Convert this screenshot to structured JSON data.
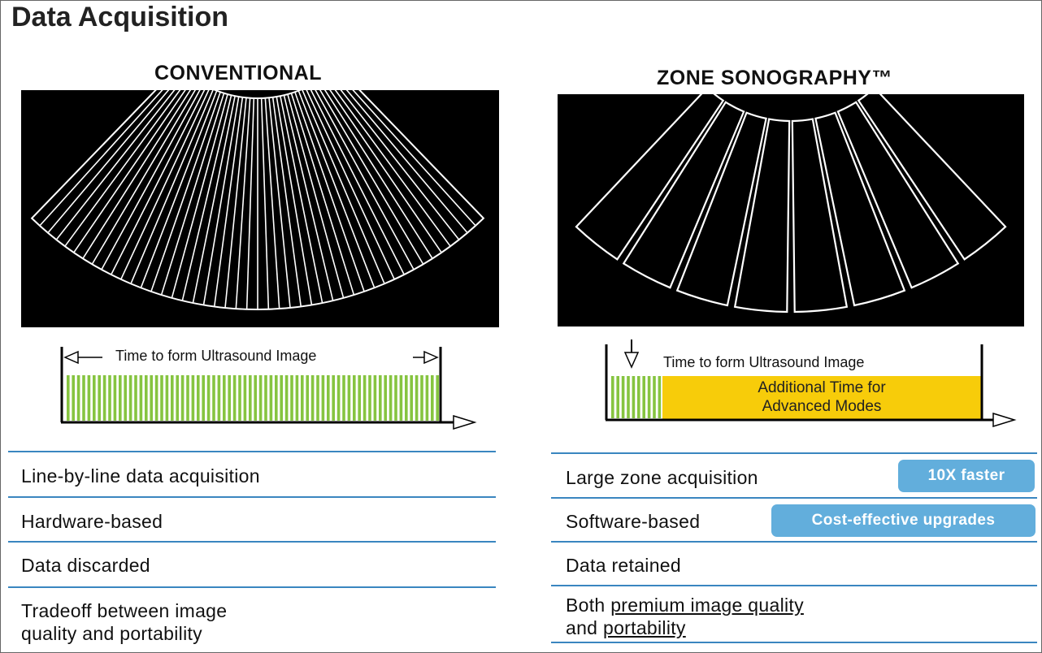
{
  "title": "Data Acquisition",
  "conventional": {
    "heading": "CONVENTIONAL",
    "timeline_label": "Time to form Ultrasound Image",
    "rows": [
      {
        "text": "Line-by-line data acquisition"
      },
      {
        "text": "Hardware-based"
      },
      {
        "text": "Data discarded"
      },
      {
        "line1": "Tradeoff between image",
        "line2": "quality and portability"
      }
    ]
  },
  "zone": {
    "heading": "ZONE SONOGRAPHY™",
    "timeline_label": "Time to form Ultrasound Image",
    "additional_line1": "Additional Time for",
    "additional_line2": "Advanced Modes",
    "rows": [
      {
        "text": "Large zone acquisition",
        "badge": "10X faster"
      },
      {
        "text": "Software-based",
        "badge": "Cost-effective upgrades"
      },
      {
        "text": "Data retained"
      },
      {
        "both": "Both",
        "premium": "premium image quality",
        "and": "and",
        "portability": "portability"
      }
    ]
  },
  "colors": {
    "rule": "#3a86c0",
    "badge": "#62aedc",
    "green_bar": "#86c440",
    "yellow_block": "#f7cc0a"
  }
}
